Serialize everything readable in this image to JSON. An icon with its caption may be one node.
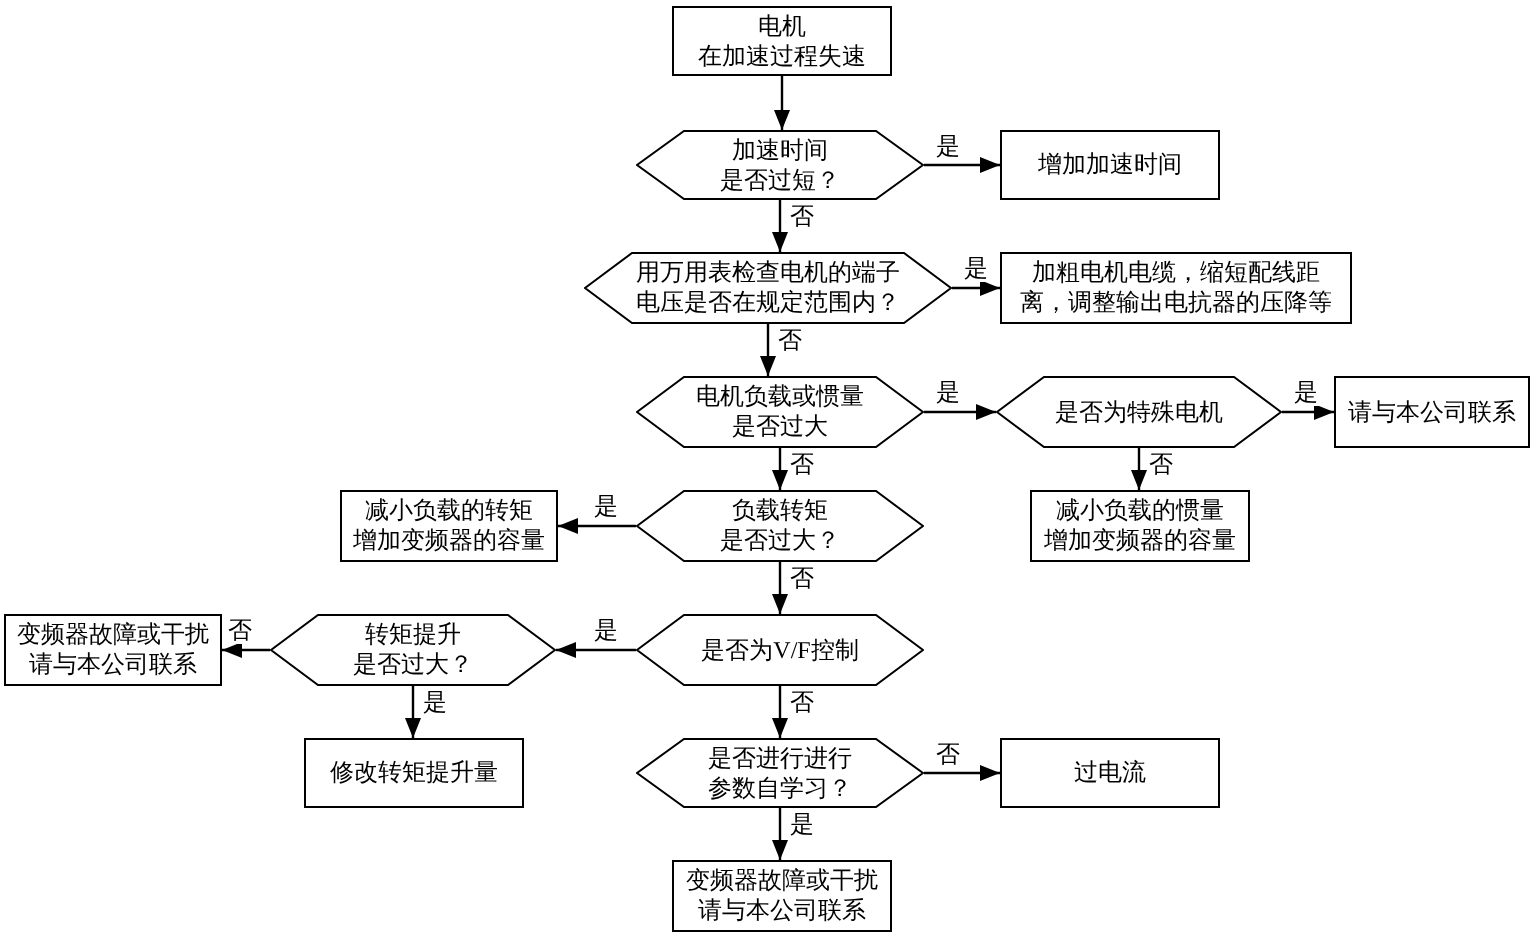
{
  "diagram": {
    "nodes": [
      {
        "text": [
          "电机",
          "在加速过程失速"
        ]
      },
      {
        "text": [
          "加速时间是否过短？"
        ]
      },
      {
        "text": [
          "增加加速时间"
        ]
      },
      {
        "text": [
          "用万用表检查电机的端子电压是否在规定范围内？"
        ]
      },
      {
        "text": [
          "加粗电机电缆，缩短配线距离，调整输出电抗器的压降等"
        ]
      },
      {
        "text": [
          "电机负载或惯量是否过大"
        ]
      },
      {
        "text": [
          "是否为特殊电机"
        ]
      },
      {
        "text": [
          "请与本公司联系"
        ]
      },
      {
        "text": [
          "减小负载的惯量增加变频器的容量"
        ]
      },
      {
        "text": [
          "负载转矩是否过大？"
        ]
      },
      {
        "text": [
          "减小负载的转矩增加变频器的容量"
        ]
      },
      {
        "text": [
          "是否为V/F控制"
        ]
      },
      {
        "text": [
          "转矩提升是否过大？"
        ]
      },
      {
        "text": [
          "变频器故障或干扰请与本公司联系"
        ]
      },
      {
        "text": [
          "修改转矩提升量"
        ]
      },
      {
        "text": [
          "是否进行进行参数自学习？"
        ]
      },
      {
        "text": [
          "过电流"
        ]
      },
      {
        "text": [
          "变频器故障或干扰请与本公司联系"
        ]
      }
    ],
    "edges": [
      {
        "from": 0,
        "to": 1,
        "arrow": "to"
      },
      {
        "from": 1,
        "to": 2,
        "arrow": "to",
        "label": "是"
      },
      {
        "from": 1,
        "to": 3,
        "arrow": "to",
        "label": "否"
      },
      {
        "from": 3,
        "to": 4,
        "arrow": "to",
        "label": "是"
      },
      {
        "from": 3,
        "to": 5,
        "arrow": "to",
        "label": "否"
      },
      {
        "from": 5,
        "to": 6,
        "arrow": "to",
        "label": "是"
      },
      {
        "from": 6,
        "to": 7,
        "arrow": "to",
        "label": "是"
      },
      {
        "from": 6,
        "to": 8,
        "arrow": "to",
        "label": "否"
      },
      {
        "from": 5,
        "to": 9,
        "arrow": "to",
        "label": "否"
      },
      {
        "from": 9,
        "to": 10,
        "arrow": "to",
        "label": "是"
      },
      {
        "from": 9,
        "to": 11,
        "arrow": "to",
        "label": "否"
      },
      {
        "from": 11,
        "to": 12,
        "arrow": "to",
        "label": "是"
      },
      {
        "from": 12,
        "to": 13,
        "arrow": "to",
        "label": "否"
      },
      {
        "from": 12,
        "to": 14,
        "arrow": "to",
        "label": "是"
      },
      {
        "from": 11,
        "to": 15,
        "arrow": "to",
        "label": "否"
      },
      {
        "from": 15,
        "to": 16,
        "arrow": "to",
        "label": "否"
      },
      {
        "from": 15,
        "to": 17,
        "arrow": "to",
        "label": "是"
      }
    ]
  }
}
